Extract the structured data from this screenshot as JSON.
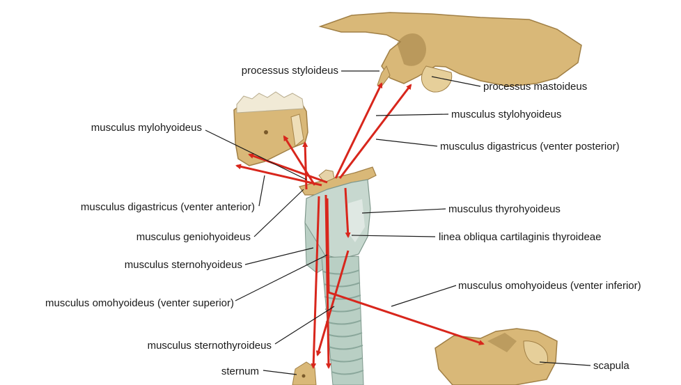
{
  "labels": {
    "processus_styloideus": "processus styloideus",
    "processus_mastoideus": "processus mastoideus",
    "musculus_stylohyoideus": "musculus stylohyoideus",
    "musculus_mylohyoideus": "musculus mylohyoideus",
    "musculus_digastricus_posterior": "musculus digastricus (venter posterior)",
    "musculus_digastricus_anterior": "musculus digastricus (venter anterior)",
    "musculus_thyrohyoideus": "musculus thyrohyoideus",
    "musculus_geniohyoideus": "musculus geniohyoideus",
    "linea_obliqua": "linea obliqua cartilaginis thyroideae",
    "musculus_sternohyoideus": "musculus sternohyoideus",
    "musculus_omohyoideus_inferior": "musculus omohyoideus (venter inferior)",
    "musculus_omohyoideus_superior": "musculus omohyoideus (venter superior)",
    "musculus_sternothyroideus": "musculus sternothyroideus",
    "sternum": "sternum",
    "scapula": "scapula"
  },
  "colors": {
    "bone": "#d9b878",
    "bone_shadow": "#a07f45",
    "cartilage": "#b9cfc4",
    "arrow": "#d8261c",
    "leader": "#1a1a1a"
  }
}
